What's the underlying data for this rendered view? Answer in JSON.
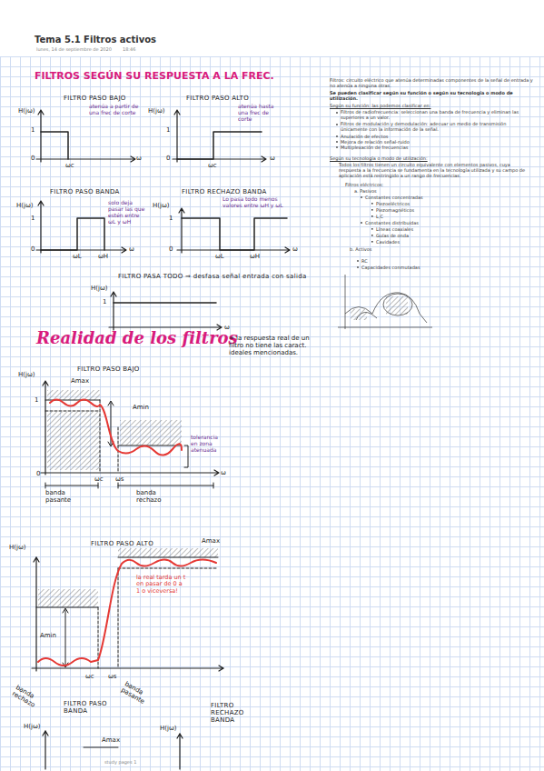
{
  "diagram": {
    "title": "Tema 5.1 Filtros activos",
    "labels": [
      "lunes, 14 de septiembre de 2020",
      "18:46",
      "FILTROS SEGÚN SU RESPUESTA A LA FREC.",
      "FILTRO PASO BAJO",
      "H(jω)",
      "atenúa a partir de una frec de corte",
      "1",
      "0",
      "ωc",
      "ω",
      "FILTRO PASO ALTO",
      "H(jω)",
      "atenúa hasta una frec de corte",
      "1",
      "0",
      "ωc",
      "ω",
      "FILTRO PASO BANDA",
      "H(jω)",
      "solo deja pasar las que estén entre ωL y ωH",
      "1",
      "0",
      "ωL",
      "ωH",
      "ω",
      "FILTRO RECHAZO BANDA",
      "Lo pasa todo menos valores entre ωH y ωL",
      "H(jω)",
      "1",
      "0",
      "ωL",
      "ωH",
      "ω",
      "FILTRO PASA TODO ⇒ desfasa señal entrada con salida",
      "H(jω)",
      "1",
      "ω",
      "Realidad de los filtros",
      "= la respuesta real de un filtro no tiene las caract. ideales mencionadas.",
      "FILTRO PASO BAJO",
      "H(jω)",
      "Amax",
      "1",
      "Amin",
      "tolerancia en zona atenuada",
      "0",
      "ωc",
      "ωs",
      "ω",
      "banda pasante",
      "banda rechazo",
      "FILTRO PASO ALTO",
      "H(jω)",
      "Amax",
      "la real tarda un t en pasar de 0 a 1 o viceversa!",
      "Amin",
      "ωc",
      "ωs",
      "banda rechazo",
      "banda pasante",
      "FILTRO PASO BANDA",
      "H(jω)",
      "Amax",
      "FILTRO RECHAZO BANDA",
      "H(jω)",
      "study pages 1",
      "Filtros: circuito eléctrico que atenúa determinadas componentes de la señal de entrada y no atenúa a ninguna otras.",
      "Se pueden clasificar según su función o según su tecnología o modo de utilización.",
      "Según su función: las podemos clasificar en:",
      "Filtros de radiofrecuencia: seleccionan una banda de frecuencia y eliminan las superiores a un valor.",
      "Filtros de modulación y demodulación: adecuar un medio de transmisión únicamente con la información de la señal.",
      "Anulación de efectos",
      "Mejora de relación señal-ruido",
      "Multiplexación de frecuencias",
      "Según su tecnología o modo de utilización:",
      "Todos los filtros tienen un circuito equivalente con elementos pasivos, cuya respuesta a la frecuencia se fundamenta en la tecnología utilizada y su campo de aplicación está restringido a un rango de frecuencias.",
      "Filtros eléctricos:",
      "a. Pasivos",
      "Constantes concentradas",
      "Piezoeléctricos",
      "Piezomagnéticos",
      "L,C",
      "Constantes distribuidas",
      "Líneas coaxiales",
      "Guías de onda",
      "Cavidades",
      "b. Activos",
      "RC",
      "Capacidades conmutadas"
    ]
  }
}
